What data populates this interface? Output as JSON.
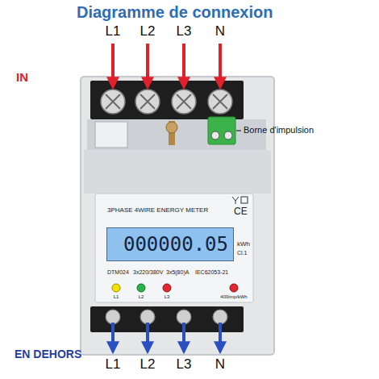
{
  "diagram": {
    "title": "Diagramme de connexion",
    "nodes": [
      {
        "text": [
          "000000.05"
        ]
      }
    ],
    "labels": [
      "IN",
      "L1",
      "L2",
      "L3",
      "N",
      "Borne d'impulsion",
      "3PHASE 4WIRE ENERGY METER",
      "CE",
      "kWh",
      "Cl.1",
      "DTM024",
      "3x220/380V",
      "3x5(80)A",
      "IEC62053-21",
      "L1",
      "L2",
      "L3",
      "400imp/kWh",
      "EN DEHORS",
      "L1",
      "L2",
      "L3",
      "N"
    ]
  }
}
